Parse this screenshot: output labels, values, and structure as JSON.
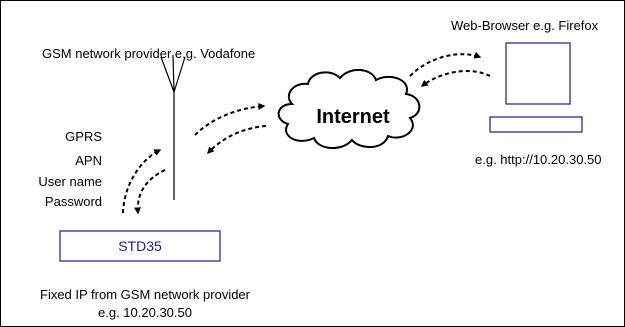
{
  "labels": {
    "gsm_provider": "GSM network provider e.g. Vodafone",
    "web_browser": "Web-Browser e.g. Firefox",
    "internet": "Internet",
    "gprs": "GPRS",
    "apn": "APN",
    "user_name": "User name",
    "password": "Password",
    "device": "STD35",
    "browser_url": "e.g. http://10.20.30.50",
    "fixed_ip_line1": "Fixed IP from GSM network provider",
    "fixed_ip_line2": "e.g. 10.20.30.50"
  },
  "colors": {
    "line": "#000000",
    "device_box": "#1a1a8a",
    "device_text": "#1d1d8f",
    "computer": "#1a1a8a"
  },
  "icons": [
    "antenna-icon",
    "cloud-icon",
    "computer-monitor-icon",
    "keyboard-icon",
    "dashed-double-arrow-icon"
  ]
}
